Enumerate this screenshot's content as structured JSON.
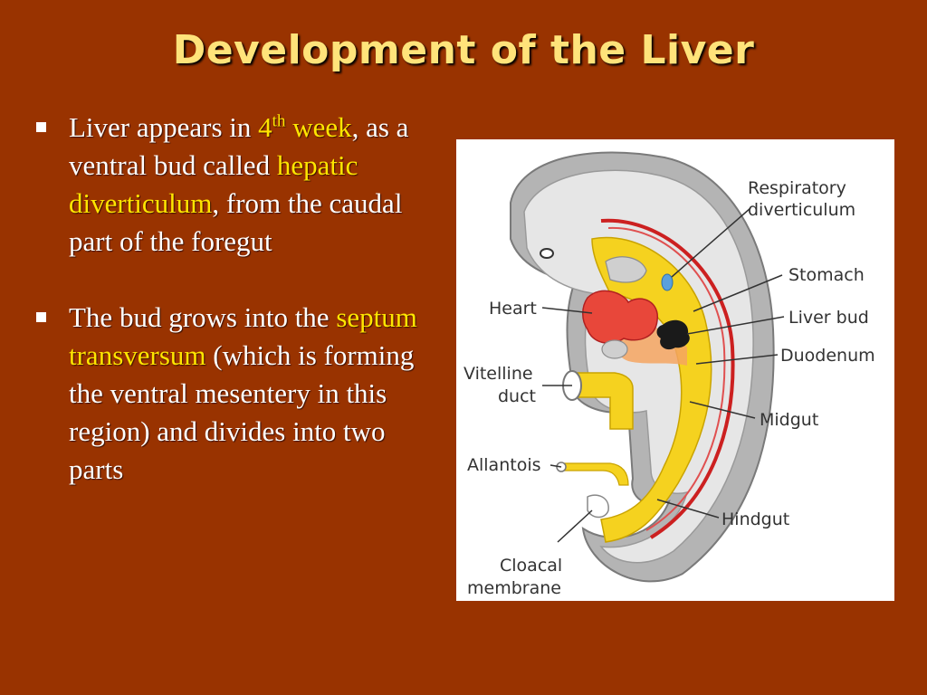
{
  "slide": {
    "title": "Development of the Liver",
    "bullets": [
      {
        "t1": "Liver appears in ",
        "hl1": "4",
        "sup": "th",
        "hl2": " week",
        "t2": ",",
        "t3": "as a ventral bud called",
        "hl3": "hepatic diverticulum",
        "t4": ",",
        "t5": "from the caudal part of the foregut"
      },
      {
        "t1": "The bud grows into the",
        "hl1": "septum transversum",
        "t2": "(which is forming the ventral mesentery in this region) and divides into two parts"
      }
    ]
  },
  "figure": {
    "labels": {
      "respiratory_line1": "Respiratory",
      "respiratory_line2": "diverticulum",
      "stomach": "Stomach",
      "heart": "Heart",
      "liver_bud": "Liver bud",
      "duodenum": "Duodenum",
      "vitelline_line1": "Vitelline",
      "vitelline_line2": "duct",
      "midgut": "Midgut",
      "allantois": "Allantois",
      "hindgut": "Hindgut",
      "cloacal_line1": "Cloacal",
      "cloacal_line2": "membrane"
    },
    "colors": {
      "yolk": "#f5d21f",
      "blood_vessel": "#cc2020",
      "heart": "#e8473a",
      "body_wall": "#a8a8a8",
      "liver_bud": "#1a1a1a"
    }
  }
}
